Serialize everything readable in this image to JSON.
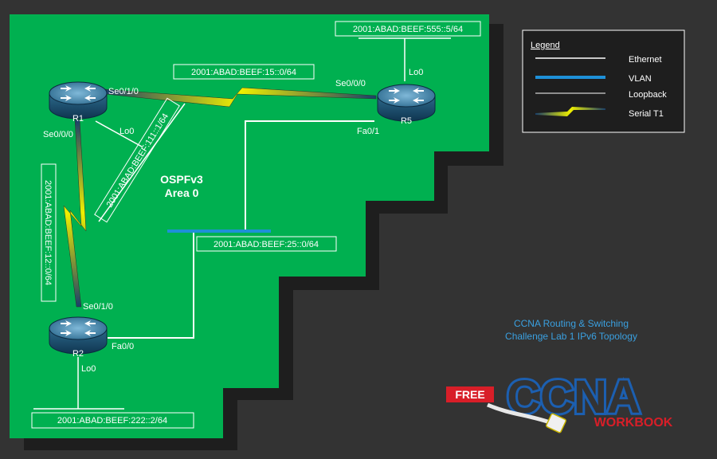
{
  "area": {
    "line1": "OSPFv3",
    "line2": "Area 0"
  },
  "routers": {
    "r1": {
      "name": "R1",
      "ifaces": {
        "se010": "Se0/1/0",
        "se000": "Se0/0/0",
        "lo0": "Lo0"
      }
    },
    "r2": {
      "name": "R2",
      "ifaces": {
        "se010": "Se0/1/0",
        "fa00": "Fa0/0",
        "lo0": "Lo0"
      }
    },
    "r5": {
      "name": "R5",
      "ifaces": {
        "se000": "Se0/0/0",
        "fa01": "Fa0/1",
        "lo0": "Lo0"
      }
    }
  },
  "networks": {
    "r5_lo": "2001:ABAD:BEEF:555::5/64",
    "r1_r5": "2001:ABAD:BEEF:15::0/64",
    "r1_lo": "2001:ABAD:BEEF:111::1/64",
    "r1_r2": "2001:ABAD:BEEF:12::0/64",
    "vlan": "2001:ABAD:BEEF:25::0/64",
    "r2_lo": "2001:ABAD:BEEF:222::2/64"
  },
  "legend": {
    "title": "Legend",
    "items": [
      {
        "label": "Ethernet",
        "kind": "ethernet",
        "color": "#ffffff"
      },
      {
        "label": "VLAN",
        "kind": "vlan",
        "color": "#1e90d8"
      },
      {
        "label": "Loopback",
        "kind": "loopback",
        "color": "#ffffff"
      },
      {
        "label": "Serial T1",
        "kind": "serial",
        "color": "#e8e800"
      }
    ]
  },
  "caption": {
    "line1": "CCNA Routing & Switching",
    "line2": "Challenge Lab 1 IPv6 Topology"
  },
  "logo": {
    "free": "FREE",
    "ccna": "CCNA",
    "workbook": "WORKBOOK"
  },
  "colors": {
    "background": "#333333",
    "area": "#00b050",
    "darkstep": "#1e1e1e",
    "router": "#2f6f93",
    "vlan": "#1e90d8",
    "logo_red": "#d81e28",
    "logo_blue": "#1c5fb0"
  }
}
